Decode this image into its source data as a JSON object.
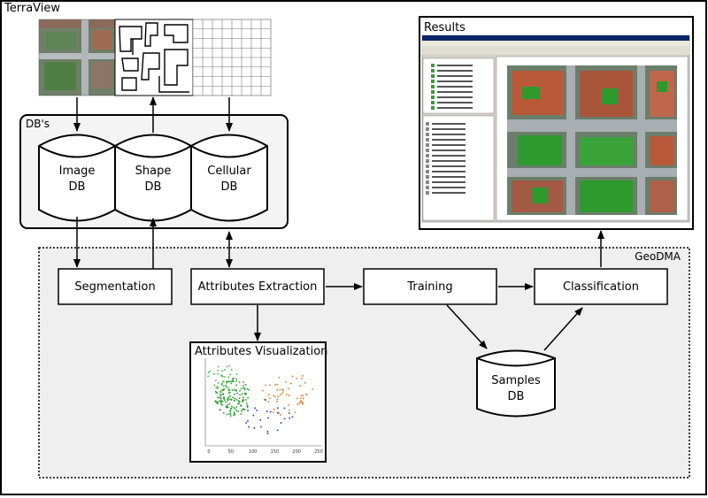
{
  "frame": {
    "title": "TerraView"
  },
  "dbs": {
    "title": "DB's",
    "items": [
      {
        "line1": "Image",
        "line2": "DB"
      },
      {
        "line1": "Shape",
        "line2": "DB"
      },
      {
        "line1": "Cellular",
        "line2": "DB"
      }
    ]
  },
  "results": {
    "title": "Results"
  },
  "geodma": {
    "title": "GeoDMA",
    "segmentation": "Segmentation",
    "attributes_extraction": "Attributes Extraction",
    "training": "Training",
    "classification": "Classification",
    "attributes_visualization": "Attributes Visualization",
    "samples_line1": "Samples",
    "samples_line2": "DB"
  },
  "scatter": {
    "xticks": [
      "0",
      "50",
      "100",
      "150",
      "200",
      "250"
    ]
  },
  "colors": {
    "panel_bg": "#efefef",
    "stroke": "#000000",
    "vegetation": "#2e9a2e",
    "roof": "#b85a3a"
  }
}
